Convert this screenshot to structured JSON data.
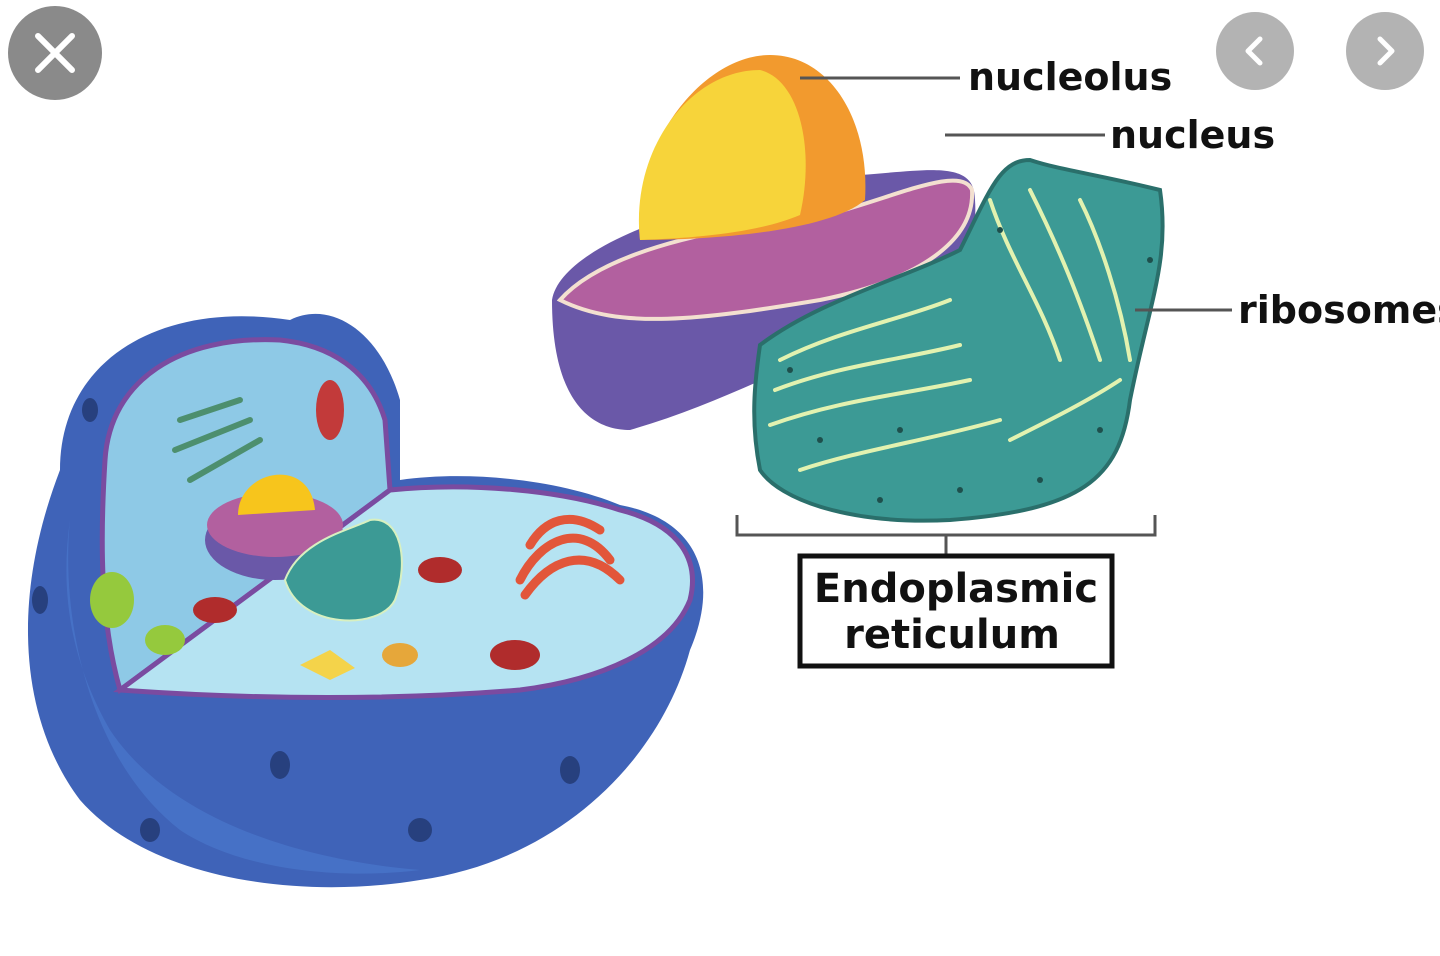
{
  "controls": {
    "close_icon": "close-icon",
    "prev_icon": "chevron-left-icon",
    "next_icon": "chevron-right-icon"
  },
  "labels": {
    "nucleolus": "nucleolus",
    "nucleus": "nucleus",
    "ribosomes": "ribosomes",
    "er_line1": "Endoplasmic",
    "er_line2": "reticulum"
  },
  "colors": {
    "cell_outer": "#3f63b8",
    "cytoplasm": "#a8dcef",
    "nucleus": "#b2609f",
    "nucleolus": "#f7c51c",
    "er": "#3c9a95",
    "golgi": "#e2563a"
  }
}
